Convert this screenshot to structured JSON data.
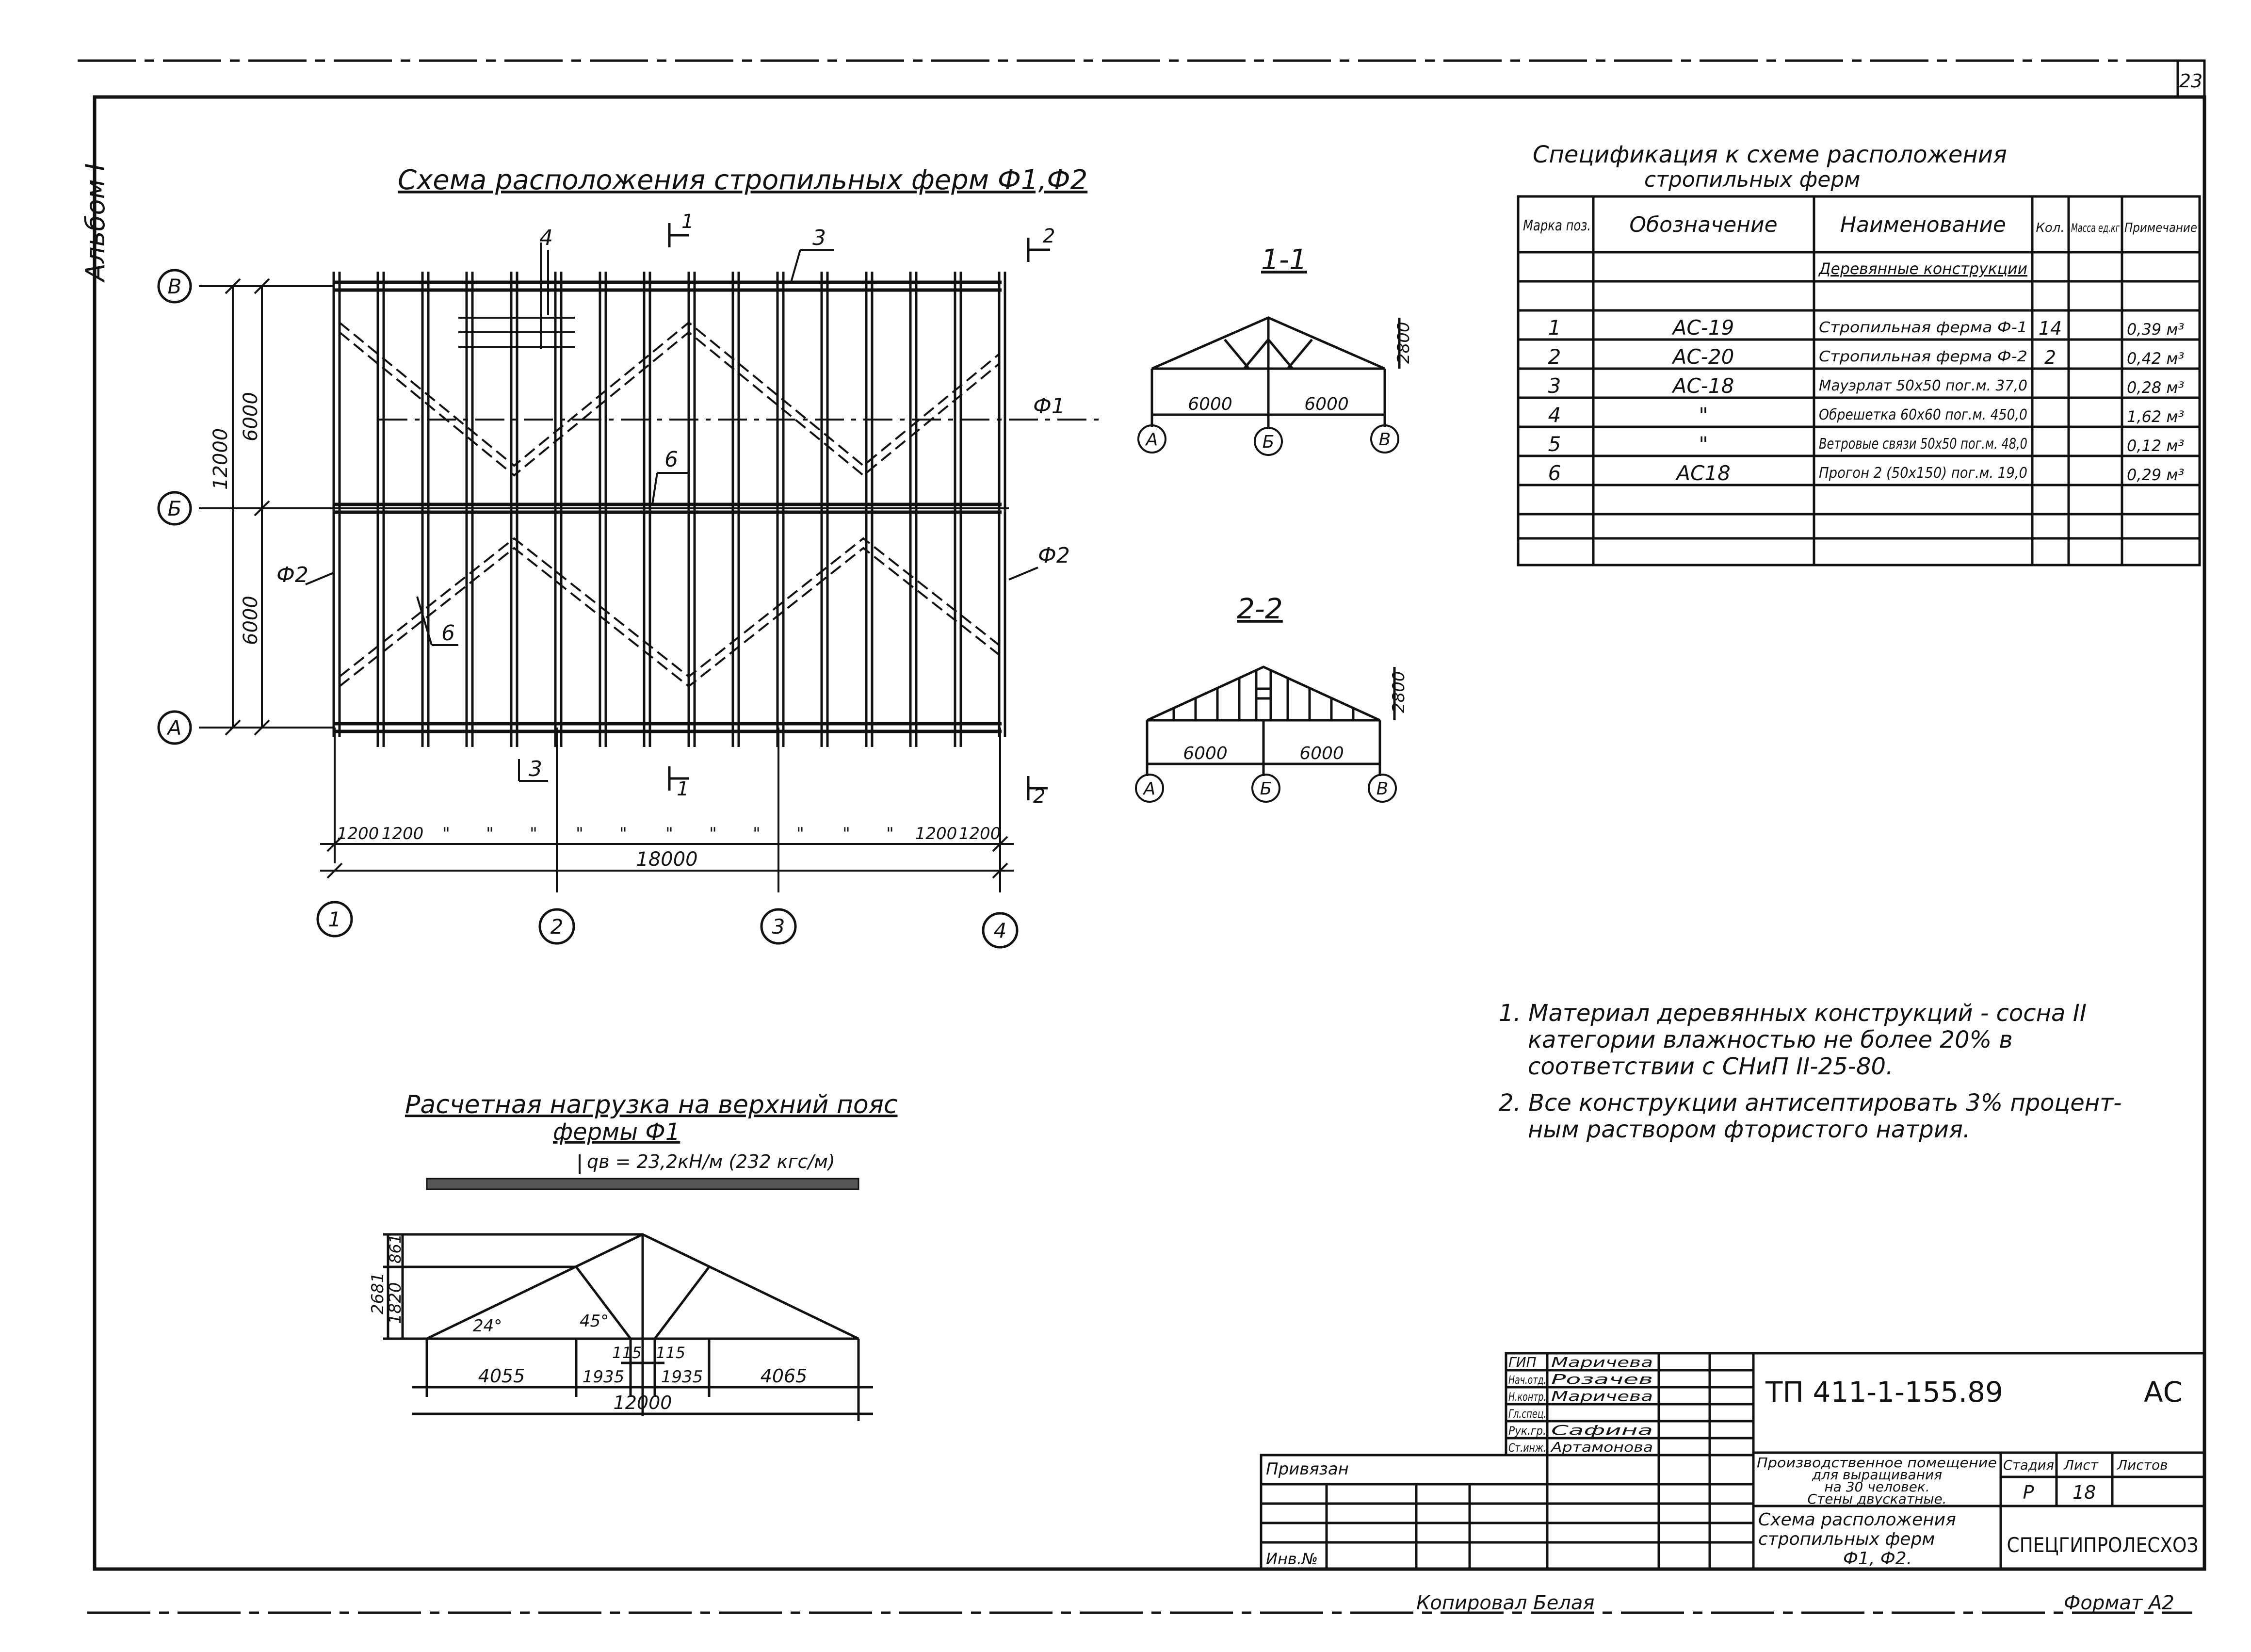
{
  "sheet": {
    "corner_number": "23",
    "album_label": "Альбом I",
    "bottom_copied": "Копировал",
    "bottom_copied_name": "Белая",
    "bottom_format": "Формат А2"
  },
  "plan": {
    "title": "Схема расположения стропильных ферм Ф1,Ф2",
    "rows": [
      "В",
      "Б",
      "А"
    ],
    "cols": [
      "1",
      "2",
      "3",
      "4"
    ],
    "dim_total_y": "12000",
    "dim_half_top": "6000",
    "dim_half_bottom": "6000",
    "dim_total_x": "18000",
    "dim_spacing": "1200",
    "dim_ditto": "\"",
    "pos_labels": [
      "4",
      "3",
      "6",
      "6",
      "3"
    ],
    "section_marks": [
      "1",
      "2",
      "1",
      "2"
    ],
    "truss_labels": [
      "Ф1",
      "Ф2",
      "Ф2"
    ]
  },
  "section_1_1": {
    "title": "1-1",
    "height": "2800",
    "spans": [
      "6000",
      "6000"
    ],
    "axes": [
      "А",
      "Б",
      "В"
    ]
  },
  "section_2_2": {
    "title": "2-2",
    "height": "2800",
    "spans": [
      "6000",
      "6000"
    ],
    "axes": [
      "А",
      "Б",
      "В"
    ]
  },
  "spec": {
    "title_line1": "Спецификация к схеме расположения",
    "title_line2": "стропильных ферм",
    "headers": [
      "Марка поз.",
      "Обозначение",
      "Наименование",
      "Кол.",
      "Масса ед.кг",
      "Примечание"
    ],
    "group": "Деревянные конструкции",
    "rows": [
      {
        "pos": "1",
        "code": "АС-19",
        "name": "Стропильная ферма Ф-1",
        "qty": "14",
        "mass": "",
        "note": "0,39 м³"
      },
      {
        "pos": "2",
        "code": "АС-20",
        "name": "Стропильная ферма Ф-2",
        "qty": "2",
        "mass": "",
        "note": "0,42 м³"
      },
      {
        "pos": "3",
        "code": "АС-18",
        "name": "Мауэрлат 50x50 пог.м. 37,0",
        "qty": "",
        "mass": "",
        "note": "0,28 м³"
      },
      {
        "pos": "4",
        "code": "\"",
        "name": "Обрешетка 60x60 пог.м. 450,0",
        "qty": "",
        "mass": "",
        "note": "1,62 м³"
      },
      {
        "pos": "5",
        "code": "\"",
        "name": "Ветровые связи 50x50 пог.м. 48,0",
        "qty": "",
        "mass": "",
        "note": "0,12 м³"
      },
      {
        "pos": "6",
        "code": "АС18",
        "name": "Прогон 2 (50x150) пог.м. 19,0",
        "qty": "",
        "mass": "",
        "note": "0,29 м³"
      }
    ]
  },
  "notes": {
    "n1_l1": "1. Материал деревянных конструкций - сосна II",
    "n1_l2": "категории влажностью не более 20% в",
    "n1_l3": "соответствии с СНиП II-25-80.",
    "n2_l1": "2. Все конструкции антисептировать 3% процент-",
    "n2_l2": "ным раствором фтористого натрия."
  },
  "load": {
    "title_l1": "Расчетная нагрузка на верхний пояс",
    "title_l2": "фермы Ф1",
    "q": "qв = 23,2кН/м (232 кгс/м)",
    "h_total": "2681",
    "h_top": "861",
    "h_low": "1820",
    "angle1": "24°",
    "angle2": "45°",
    "w115a": "115",
    "w115b": "115",
    "spans": [
      "4055",
      "1935",
      "1935",
      "4065"
    ],
    "total": "12000"
  },
  "titleblock": {
    "privyazan": "Привязан",
    "inv": "Инв.№",
    "roles": [
      "ГИП",
      "Нач.отд.",
      "Н.контр.",
      "Гл.спец.",
      "Рук.гр.",
      "Ст.инж."
    ],
    "names": [
      "Маричева",
      "Розачев",
      "Маричева",
      "",
      "Сафина",
      "Артамонова"
    ],
    "code": "ТП 411-1-155.89",
    "mark": "АС",
    "obj_l1": "Производственное помещение",
    "obj_l2": "для выращивания",
    "obj_l3": "на 30 человек.",
    "obj_l4": "Стены двускатные.",
    "sheet_name_l1": "Схема расположения",
    "sheet_name_l2": "стропильных ферм",
    "sheet_name_l3": "Ф1, Ф2.",
    "stage_h": "Стадия",
    "sheet_h": "Лист",
    "sheets_h": "Листов",
    "stage": "Р",
    "sheet": "18",
    "org": "СПЕЦГИПРОЛЕСХОЗ"
  }
}
